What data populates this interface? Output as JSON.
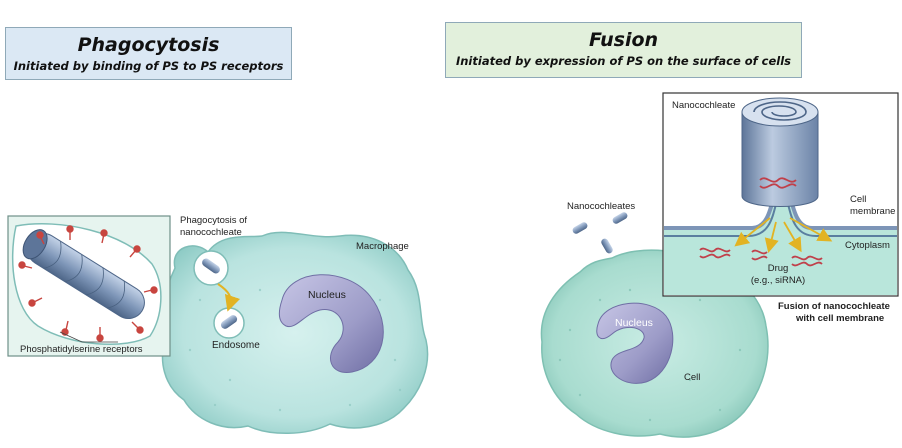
{
  "left_panel": {
    "title": "Phagocytosis",
    "subtitle": "Initiated by binding of PS to PS receptors",
    "labels": {
      "phago_line1": "Phagocytosis of",
      "phago_line2": "nanocochleate",
      "macrophage": "Macrophage",
      "nucleus": "Nucleus",
      "endosome": "Endosome",
      "receptors": "Phosphatidylserine receptors"
    }
  },
  "right_panel": {
    "title": "Fusion",
    "subtitle": "Initiated by expression of PS on the surface of cells",
    "labels": {
      "nanocochleates": "Nanocochleates",
      "nucleus": "Nucleus",
      "cell": "Cell",
      "inset_nanocochleate": "Nanocochleate",
      "cell_membrane_line1": "Cell",
      "cell_membrane_line2": "membrane",
      "cytoplasm": "Cytoplasm",
      "drug_line1": "Drug",
      "drug_line2": "(e.g., siRNA)",
      "fusion_line1": "Fusion of nanocochleate",
      "fusion_line2": "with cell membrane"
    }
  },
  "colors": {
    "cell_fill": "#b9e3df",
    "nucleus_fill": "#9d9cc8",
    "inset_fill": "#e6f4ef",
    "title_left_bg": "#dbe8f4",
    "title_right_bg": "#e2f0dc",
    "cochleate": "#7d95b7",
    "receptor": "#c8453f",
    "drug": "#c0404a",
    "arrow": "#e2b323"
  }
}
